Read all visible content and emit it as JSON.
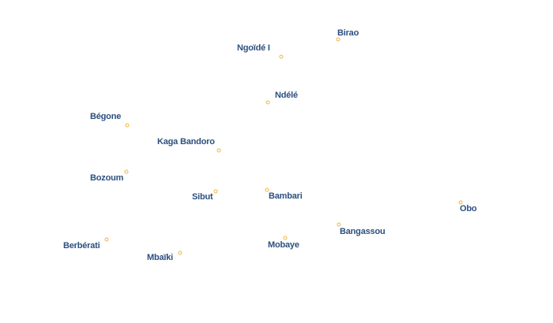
{
  "colors": {
    "marker": "#f0b445",
    "label_text": "#2c4f80",
    "label_halo": "#ffffff",
    "background": "#ffffff"
  },
  "marker_icon": "circle-marker-icon",
  "cities": [
    {
      "name": "Birao"
    },
    {
      "name": "Ngoïdé I"
    },
    {
      "name": "Ndélé"
    },
    {
      "name": "Bégone"
    },
    {
      "name": "Kaga Bandoro"
    },
    {
      "name": "Bozoum"
    },
    {
      "name": "Sibut"
    },
    {
      "name": "Bambari"
    },
    {
      "name": "Obo"
    },
    {
      "name": "Bangassou"
    },
    {
      "name": "Mobaye"
    },
    {
      "name": "Berbérati"
    },
    {
      "name": "Mbaïki"
    }
  ]
}
